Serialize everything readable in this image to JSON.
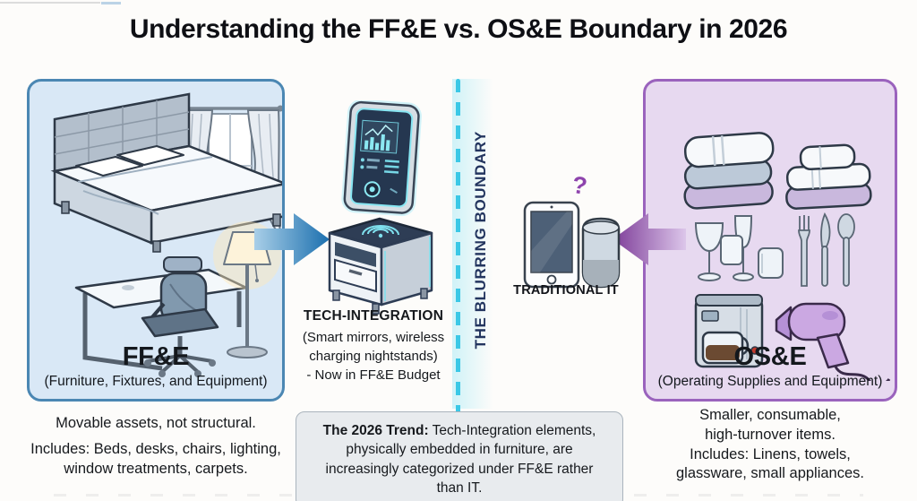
{
  "title": "Understanding the FF&E vs. OS&E Boundary in 2026",
  "ffe_panel": {
    "heading": "FF&E",
    "subheading": "(Furniture, Fixtures, and Equipment)",
    "description_lines": [
      "Movable assets, not structural.",
      "Includes: Beds, desks, chairs, lighting,",
      "window treatments, carpets."
    ]
  },
  "tech_integration": {
    "heading": "TECH-INTEGRATION",
    "lines": [
      "(Smart mirrors, wireless",
      "charging nightstands)",
      "- Now in FF&E Budget"
    ]
  },
  "boundary": {
    "label": "THE BLURRING BOUNDARY"
  },
  "traditional_it": {
    "label": "TRADITIONAL IT",
    "question_mark": "?"
  },
  "ose_panel": {
    "heading": "OS&E",
    "subheading": "(Operating Supplies and Equipment)",
    "description_lines": [
      "Smaller, consumable,",
      "high-turnover items.",
      "Includes: Linens, towels,",
      "glassware, small appliances."
    ]
  },
  "trend_box": {
    "lead": "The 2026 Trend:",
    "body": " Tech-Integration elements, physically embedded in furniture, are increasingly categorized under FF&E rather than IT."
  },
  "icons": {
    "left_panel": [
      "curtains-icon",
      "bed-icon",
      "desk-icon",
      "office-chair-icon",
      "floor-lamp-icon"
    ],
    "center": [
      "arrow-right-icon",
      "smart-mirror-icon",
      "nightstand-icon",
      "tablet-icon",
      "smart-speaker-icon",
      "arrow-left-icon",
      "question-mark"
    ],
    "right_panel": [
      "towels-stack-icon",
      "glassware-icon",
      "cutlery-icon",
      "coffee-maker-icon",
      "hair-dryer-icon"
    ],
    "divider": "boundary-dashed-line"
  },
  "colors": {
    "left_panel_bg": "#d9e8f6",
    "left_panel_border": "#4b87b3",
    "right_panel_bg": "#e7d9f0",
    "right_panel_border": "#9a63bd",
    "boundary_dash": "#3bc8e6",
    "boundary_text": "#23355f",
    "arrow_blue": "#1b6fae",
    "arrow_purple": "#7d3c98",
    "question_mark": "#8e44ad",
    "trend_box_bg": "#e8ebee",
    "trend_box_border": "#aab4bd",
    "screen_glow": "#7fe0ee"
  }
}
